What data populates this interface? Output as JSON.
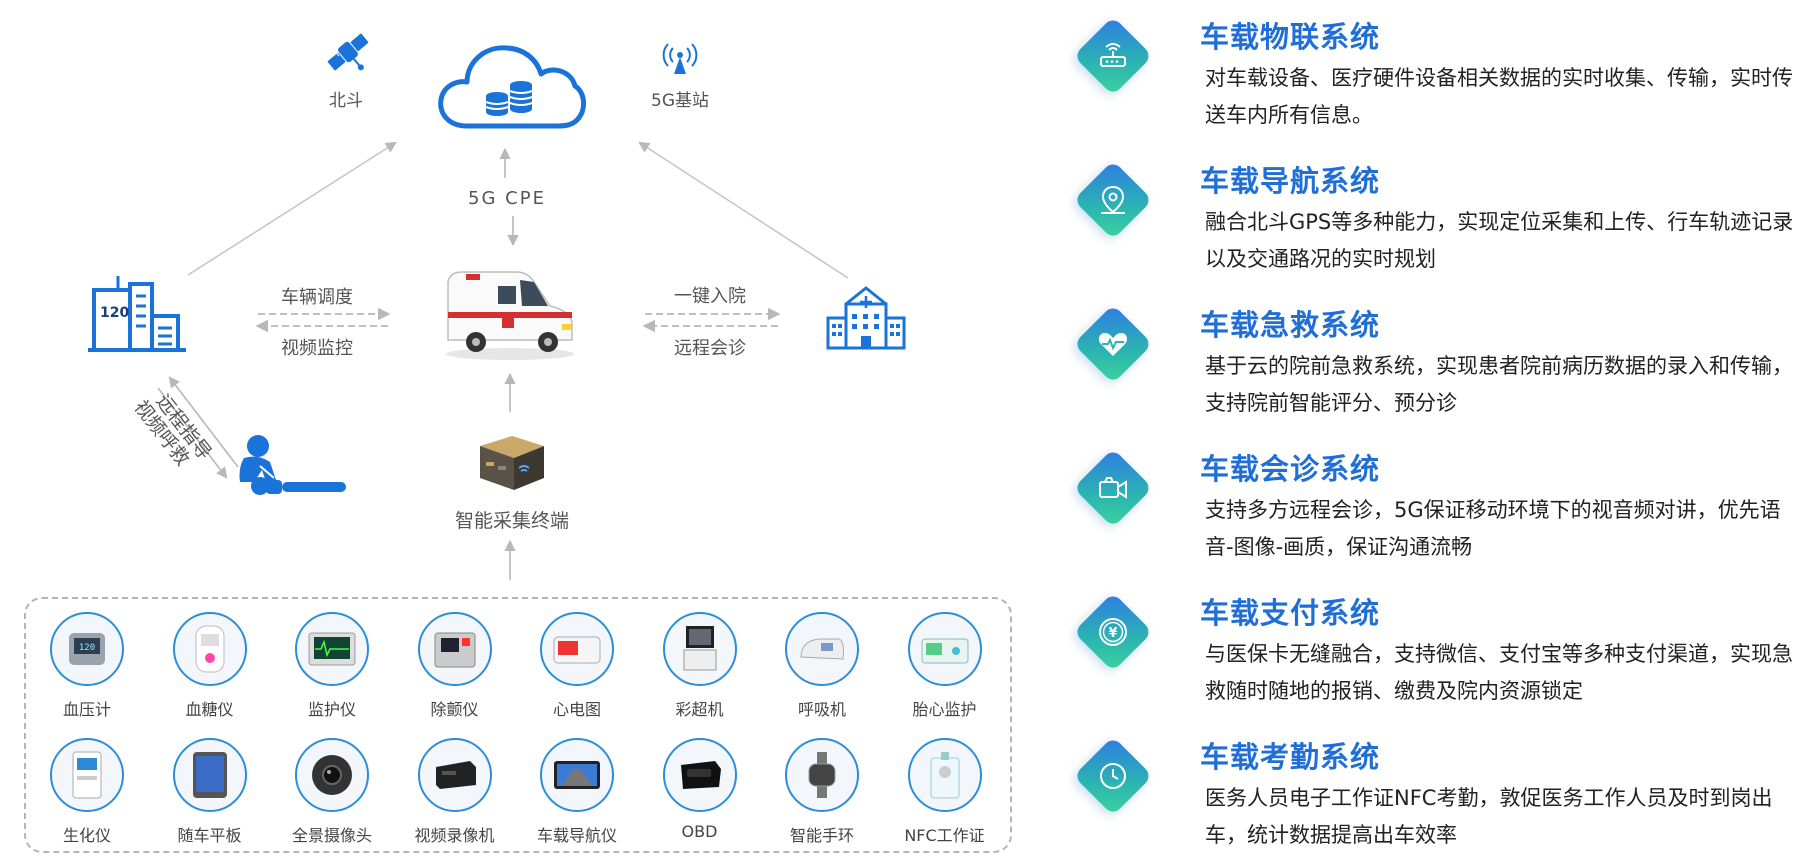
{
  "top": {
    "beidou": "北斗",
    "base_station": "5G基站",
    "cpe": "5G CPE"
  },
  "flows": {
    "dispatch": "车辆调度",
    "video_monitor": "视频监控",
    "one_click": "一键入院",
    "remote_consult": "远程会诊",
    "remote_guide": "远程指导",
    "video_call": "视频呼救",
    "badge_120": "120"
  },
  "terminal": "智能采集终端",
  "devices": [
    {
      "label": "血压计"
    },
    {
      "label": "血糖仪"
    },
    {
      "label": "监护仪"
    },
    {
      "label": "除颤仪"
    },
    {
      "label": "心电图"
    },
    {
      "label": "彩超机"
    },
    {
      "label": "呼吸机"
    },
    {
      "label": "胎心监护"
    },
    {
      "label": "生化仪"
    },
    {
      "label": "随车平板"
    },
    {
      "label": "全景摄像头"
    },
    {
      "label": "视频录像机"
    },
    {
      "label": "车载导航仪"
    },
    {
      "label": "OBD"
    },
    {
      "label": "智能手环"
    },
    {
      "label": "NFC工作证"
    }
  ],
  "features": [
    {
      "title": "车载物联系统",
      "desc": "对车载设备、医疗硬件设备相关数据的实时收集、传输，实时传送车内所有信息。",
      "icon": "router-icon"
    },
    {
      "title": "车载导航系统",
      "desc": "融合北斗GPS等多种能力，实现定位采集和上传、行车轨迹记录以及交通路况的实时规划",
      "icon": "location-pin-icon"
    },
    {
      "title": "车载急救系统",
      "desc": "基于云的院前急救系统，实现患者院前病历数据的录入和传输，支持院前智能评分、预分诊",
      "icon": "heart-pulse-icon"
    },
    {
      "title": "车载会诊系统",
      "desc": "支持多方远程会诊，5G保证移动环境下的视音频对讲，优先语音-图像-画质，保证沟通流畅",
      "icon": "video-camera-icon"
    },
    {
      "title": "车载支付系统",
      "desc": "与医保卡无缝融合，支持微信、支付宝等多种支付渠道，实现急救随时随地的报销、缴费及院内资源锁定",
      "icon": "yuan-coin-icon"
    },
    {
      "title": "车载考勤系统",
      "desc": "医务人员电子工作证NFC考勤，敦促医务工作人员及时到岗出车，统计数据提高出车效率",
      "icon": "clock-icon"
    }
  ],
  "colors": {
    "accent": "#1f6fd6",
    "icon_blue": "#1a73d8",
    "arrow": "#b8b8b8"
  }
}
